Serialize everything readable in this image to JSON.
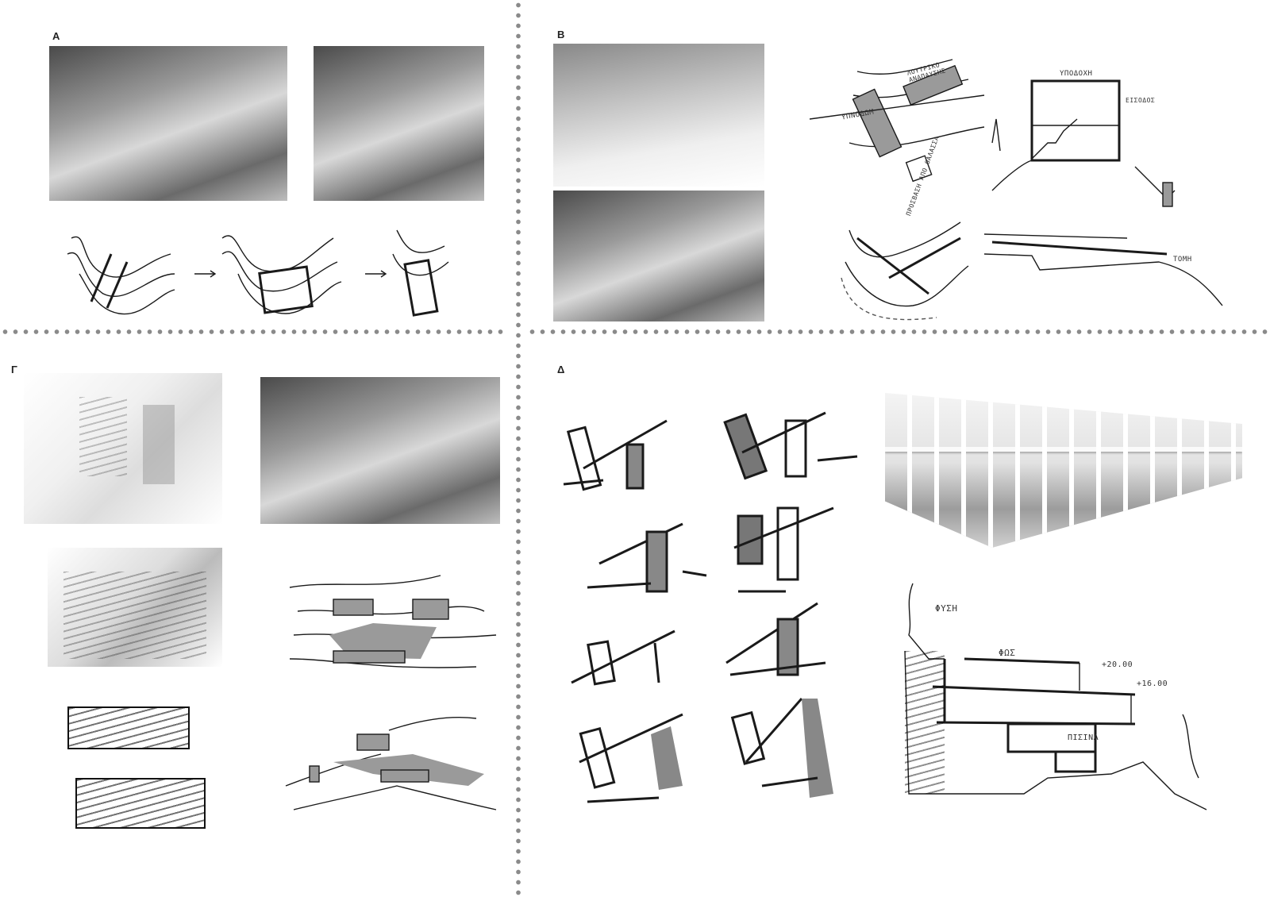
{
  "panels": {
    "a": {
      "label": "Α"
    },
    "b": {
      "label": "Β",
      "notes": {
        "living": "ΥΠΝΟΔΩΜ",
        "bath": "ΛΟΥΤΡΙΚΟ ΑΝΑΠΑΥΣΗΣ",
        "access": "ΠΡΟΣΒΑΣΗ ΑΠΟ ΘΑΛΑΣΣΑ",
        "reception": "ΥΠΟΔΟΧΗ",
        "entrance": "ΕΙΣΟΔΟΣ",
        "section": "ΤΟΜΗ"
      }
    },
    "c": {
      "label": "Γ"
    },
    "d": {
      "label": "Δ",
      "notes": {
        "nature": "ΦΥΣΗ",
        "light": "ΦΩΣ",
        "level_upper": "+20.00",
        "level_lower": "+16.00",
        "pool": "ΠΙΣΙΝΑ"
      }
    }
  },
  "colors": {
    "divider": "#8a8a8a",
    "ink": "#1a1a1a",
    "model_grey": "#9a9a9a"
  }
}
